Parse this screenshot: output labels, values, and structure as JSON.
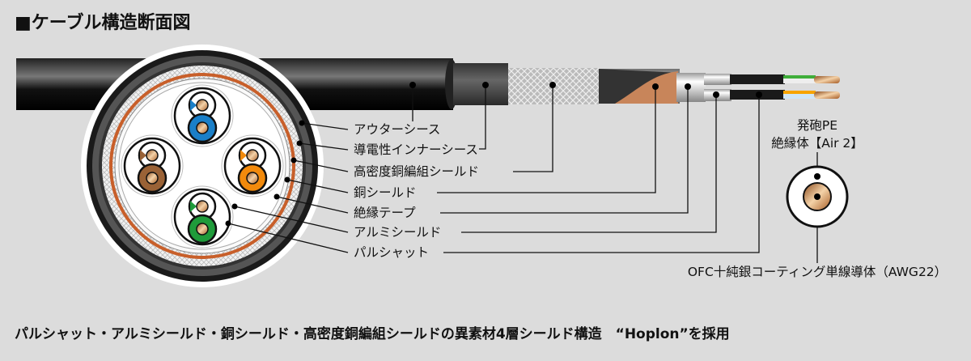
{
  "title": "■ケーブル構造断面図",
  "layers": [
    {
      "label": "アウターシース"
    },
    {
      "label": "導電性インナーシース"
    },
    {
      "label": "高密度銅編組シールド"
    },
    {
      "label": "銅シールド"
    },
    {
      "label": "絶縁テープ"
    },
    {
      "label": "アルミシールド"
    },
    {
      "label": "パルシャット"
    }
  ],
  "conductor": {
    "insulation_line1": "発砲PE",
    "insulation_line2": "絶縁体【Air 2】",
    "core": "OFC十純銀コーティング単線導体（AWG22）"
  },
  "footer": "パルシャット・アルミシールド・銅シールド・高密度銅編組シールドの異素材4層シールド構造　“Hoplon”を採用",
  "colors": {
    "background": "#dcdcdc",
    "copper": "#c8703f",
    "pair_blue": "#1a7fc8",
    "pair_orange": "#f28a0c",
    "pair_brown": "#9a6236",
    "pair_green": "#1f9b3a"
  }
}
